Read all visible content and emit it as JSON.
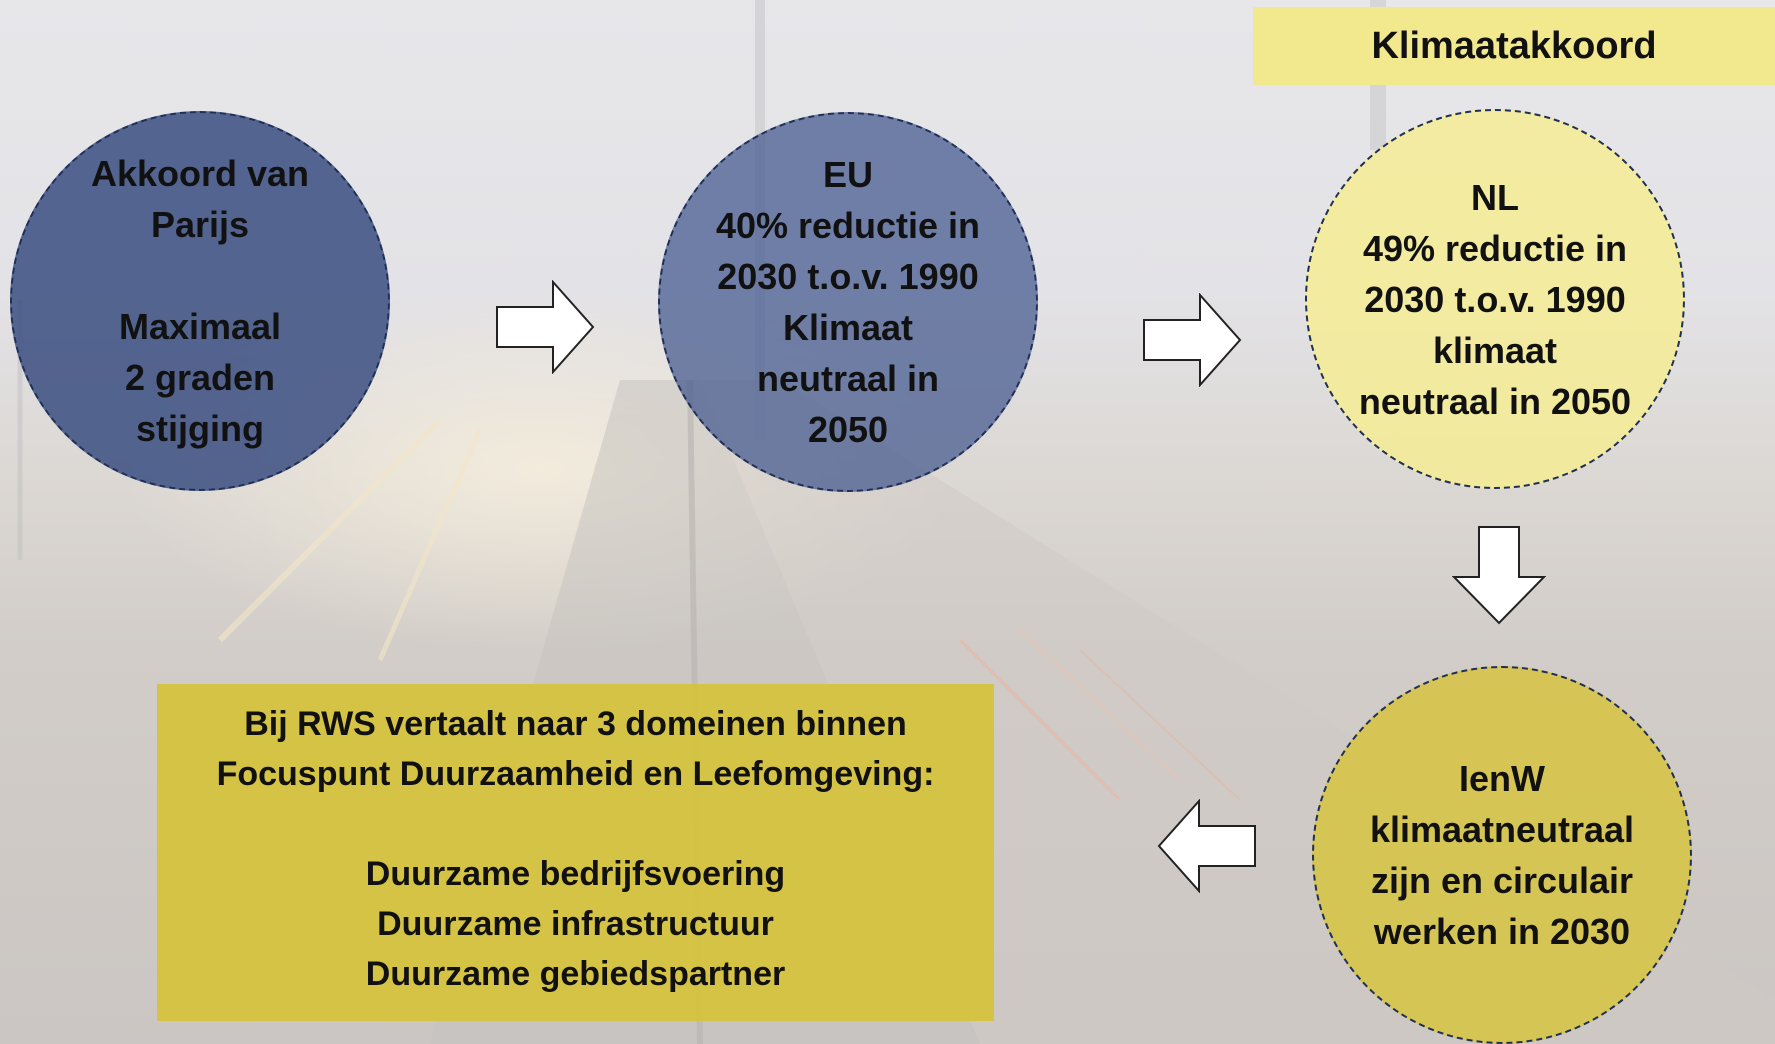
{
  "header_label": "Klimaatakkoord",
  "circles": {
    "parijs": "Akkoord van\nParijs\n\nMaximaal\n2 graden\nstijging",
    "eu": "EU\n40% reductie in\n2030 t.o.v. 1990\nKlimaat\nneutraal in\n2050",
    "nl": "NL\n49% reductie in\n2030 t.o.v. 1990\nklimaat\nneutraal in 2050",
    "ienw": "IenW\nklimaatneutraal\nzijn en circulair\nwerken in 2030"
  },
  "rws": {
    "line1": "Bij RWS vertaalt naar 3 domeinen binnen",
    "line2": "Focuspunt Duurzaamheid en Leefomgeving:",
    "domains": [
      "Duurzame bedrijfsvoering",
      "Duurzame infrastructuur",
      "Duurzame gebiedspartner"
    ]
  },
  "colors": {
    "blue_circle": "#3a4e80",
    "yellow_circle": "#f4ec96",
    "olive_box": "#d5c23d",
    "label_box": "#f2e98f"
  }
}
